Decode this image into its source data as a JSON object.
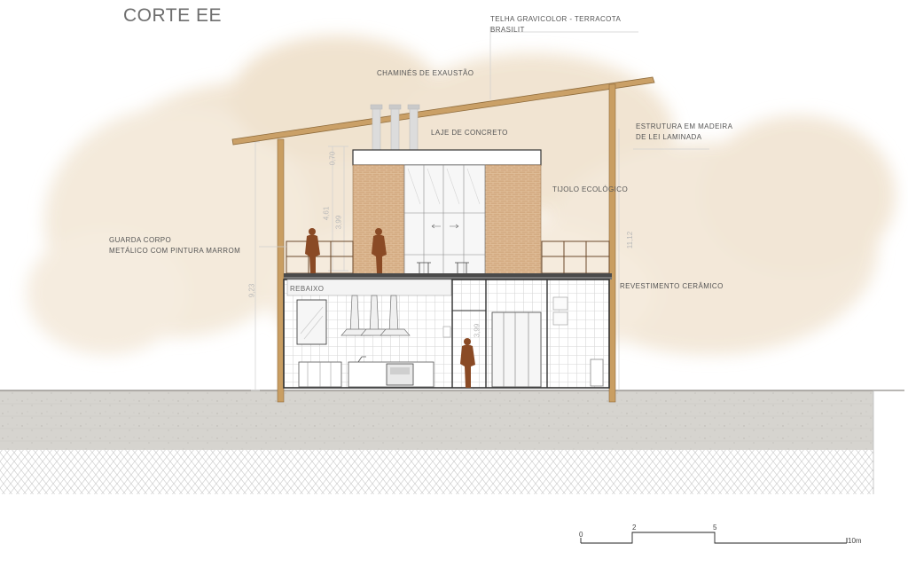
{
  "title": "CORTE EE",
  "labels": {
    "roof_tile": "TELHA GRAVICOLOR - TERRACOTA",
    "roof_tile_brand": "BRASILIT",
    "chimneys": "CHAMINÉS DE EXAUSTÃO",
    "slab": "LAJE DE CONCRETO",
    "structure_1": "ESTRUTURA EM MADEIRA",
    "structure_2": "DE LEI LAMINADA",
    "brick": "TIJOLO ECOLÓGICO",
    "guard_1": "GUARDA CORPO",
    "guard_2": "METÁLICO COM PINTURA MARROM",
    "ceiling": "REBAIXO",
    "cladding": "REVESTIMENTO  CERÂMICO"
  },
  "dimensions": {
    "d_070": "0,70",
    "d_461": "4,61",
    "d_399a": "3,99",
    "d_923": "9,23",
    "d_1112": "11,12",
    "d_399b": "3,99"
  },
  "scale_bar": {
    "ticks": [
      "0",
      "2",
      "5",
      "10m"
    ]
  },
  "colors": {
    "wood": "#c9a066",
    "brick": "#cfa57c",
    "figure": "#8a4a25",
    "ground": "#d3d1cc",
    "watercolor": "#efe2cf"
  }
}
